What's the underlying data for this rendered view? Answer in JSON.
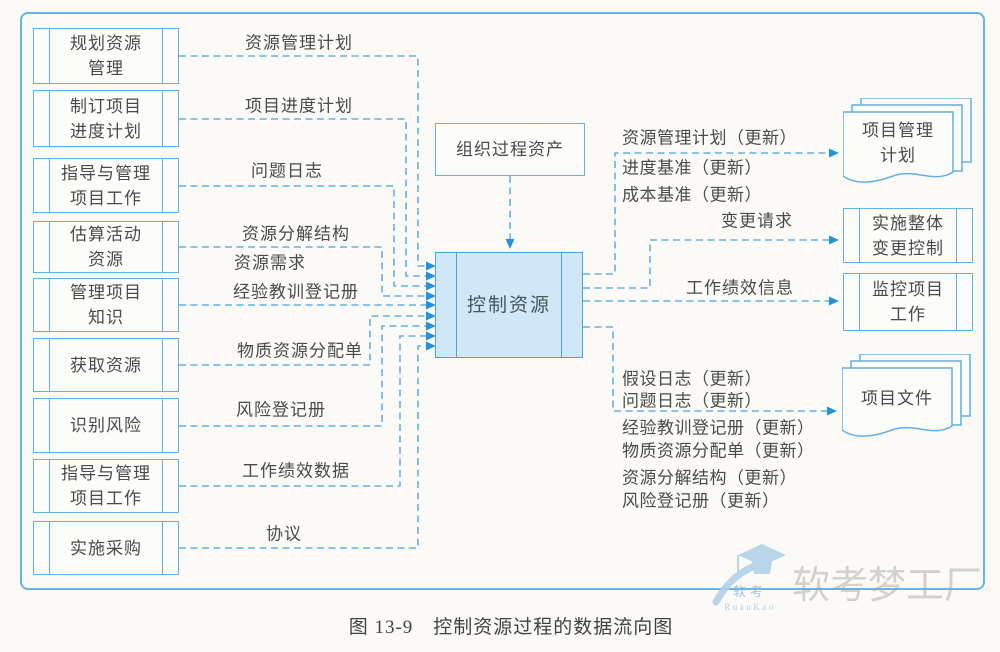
{
  "figure": {
    "caption": "图 13-9　控制资源过程的数据流向图"
  },
  "top_input": {
    "label": "组织过程资产"
  },
  "center_process": {
    "label": "控制资源"
  },
  "left_processes": [
    {
      "label": "规划资源\n管理",
      "flow": "资源管理计划"
    },
    {
      "label": "制订项目\n进度计划",
      "flow": "项目进度计划"
    },
    {
      "label": "指导与管理\n项目工作",
      "flow": "问题日志"
    },
    {
      "label": "估算活动\n资源",
      "flow": "资源分解结构",
      "flow_secondary": "资源需求"
    },
    {
      "label": "管理项目\n知识",
      "flow": "经验教训登记册"
    },
    {
      "label": "获取资源",
      "flow": "物质资源分配单"
    },
    {
      "label": "识别风险",
      "flow": "风险登记册"
    },
    {
      "label": "指导与管理\n项目工作",
      "flow": "工作绩效数据"
    },
    {
      "label": "实施采购",
      "flow": "协议"
    }
  ],
  "outputs": {
    "pm_plan": {
      "flow_labels": [
        "资源管理计划（更新）",
        "进度基准（更新）",
        "成本基准（更新）"
      ],
      "target_label": "项目管理\n计划"
    },
    "change_control": {
      "flow_label": "变更请求",
      "target_label": "实施整体\n变更控制"
    },
    "monitor": {
      "flow_label": "工作绩效信息",
      "target_label": "监控项目\n工作"
    },
    "project_docs": {
      "flow_labels": [
        "假设日志（更新）",
        "问题日志（更新）",
        "经验教训登记册（更新）",
        "物质资源分配单（更新）",
        "资源分解结构（更新）",
        "风险登记册（更新）"
      ],
      "target_label": "项目文件"
    }
  },
  "watermark": {
    "brand": "软考梦工厂",
    "logo_text": "软考",
    "logo_subtext": "RuanKao"
  },
  "colors": {
    "line_blue": "#62b1e4",
    "fill_blue": "#cfe7f6",
    "arrow_blue": "#2792d9",
    "text_gray": "#4a4a4a"
  }
}
